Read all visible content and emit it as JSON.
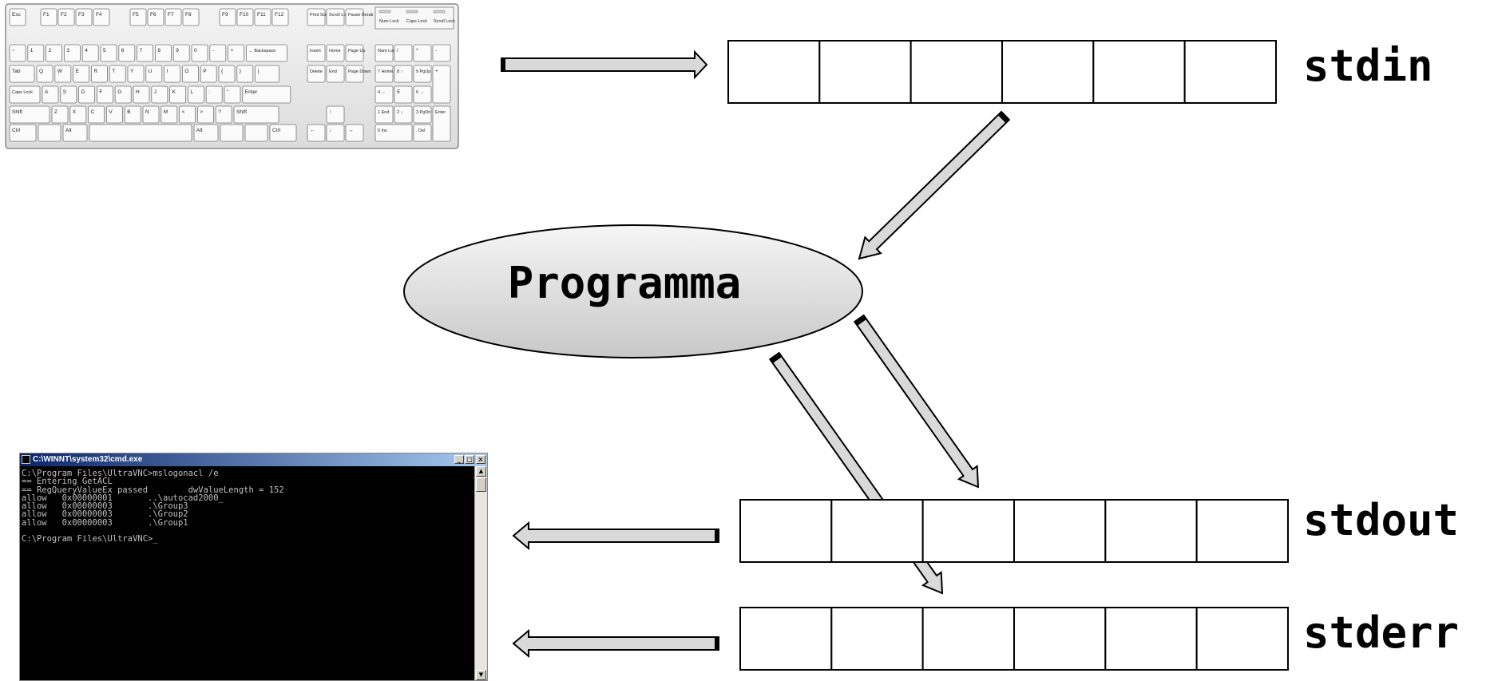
{
  "streams": {
    "stdin": "stdin",
    "stdout": "stdout",
    "stderr": "stderr"
  },
  "program": {
    "label": "Programma"
  },
  "console": {
    "title": "C:\\WINNT\\system32\\cmd.exe",
    "lines": [
      "C:\\Program Files\\UltraVNC>mslogonacl /e",
      "== Entering GetACL",
      "== RegQueryValueEx passed        dwValueLength = 152",
      "allow   0x00000001       ..\\autocad2000_",
      "allow   0x00000003       .\\Group3",
      "allow   0x00000003       .\\Group2",
      "allow   0x00000003       .\\Group1",
      "",
      "C:\\Program Files\\UltraVNC>_"
    ],
    "buttons": {
      "minimize": "_",
      "maximize": "□",
      "close": "×"
    }
  },
  "keyboard": {
    "fn_row": [
      "Esc",
      "F1",
      "F2",
      "F3",
      "F4",
      "F5",
      "F6",
      "F7",
      "F8",
      "F9",
      "F10",
      "F11",
      "F12"
    ],
    "sys_keys": [
      "Print Screen",
      "Scroll Lock",
      "Pause Break"
    ],
    "indicators": [
      "Num Lock",
      "Caps Lock",
      "Scroll Lock"
    ],
    "nav_keys": [
      "Insert",
      "Home",
      "Page Up",
      "Delete",
      "End",
      "Page Down"
    ],
    "row1": [
      "~",
      "1",
      "2",
      "3",
      "4",
      "5",
      "6",
      "7",
      "8",
      "9",
      "0",
      "-",
      "+",
      "← Backspace"
    ],
    "row2": [
      "Tab",
      "Q",
      "W",
      "E",
      "R",
      "T",
      "Y",
      "U",
      "I",
      "O",
      "P",
      "{",
      "}",
      "|"
    ],
    "row3": [
      "Caps Lock",
      "A",
      "S",
      "D",
      "F",
      "G",
      "H",
      "J",
      "K",
      "L",
      ":",
      "\"",
      "Enter"
    ],
    "row4": [
      "Shift",
      "Z",
      "X",
      "C",
      "V",
      "B",
      "N",
      "M",
      "<",
      ">",
      "?",
      "Shift"
    ],
    "row5": [
      "Ctrl",
      "",
      "Alt",
      "",
      "Alt",
      "",
      "",
      "Ctrl"
    ],
    "arrows": [
      "↑",
      "←",
      "↓",
      "→"
    ],
    "numpad": [
      "Num Lock",
      "/",
      "*",
      "-",
      "7 Home",
      "8 ↑",
      "9 PgUp",
      "+",
      "4 ←",
      "5",
      "6 →",
      "1 End",
      "2 ↓",
      "3 PgDn",
      "Enter",
      "0 Ins",
      ". Del"
    ]
  }
}
